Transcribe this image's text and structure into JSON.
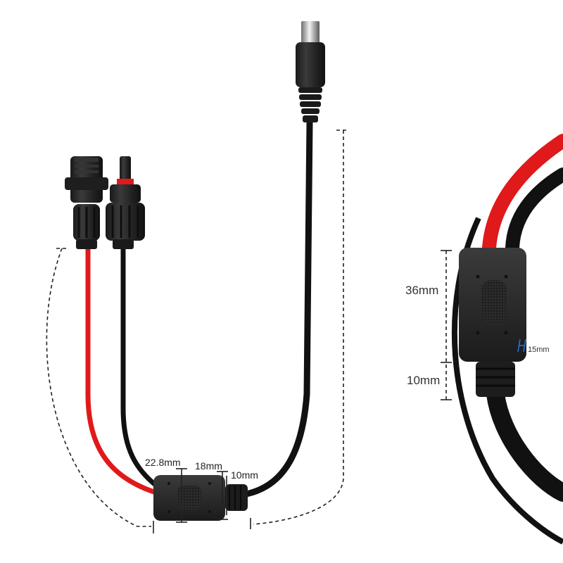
{
  "product_photo": {
    "main_view": {
      "dimensions": {
        "width_label": "22.8mm",
        "length_label": "18mm",
        "sleeve_label": "10mm"
      }
    },
    "closeup_view": {
      "dimensions": {
        "height_label": "36mm",
        "sleeve_label": "10mm",
        "thickness_prefix": "H",
        "thickness_label": "15mm"
      }
    }
  },
  "colors": {
    "background": "#ffffff",
    "red_wire": "#e0191b",
    "black_wire": "#111111",
    "connector_body": "#262626",
    "accent_blue": "#2a6fd6",
    "dimension_lines": "#222222"
  }
}
